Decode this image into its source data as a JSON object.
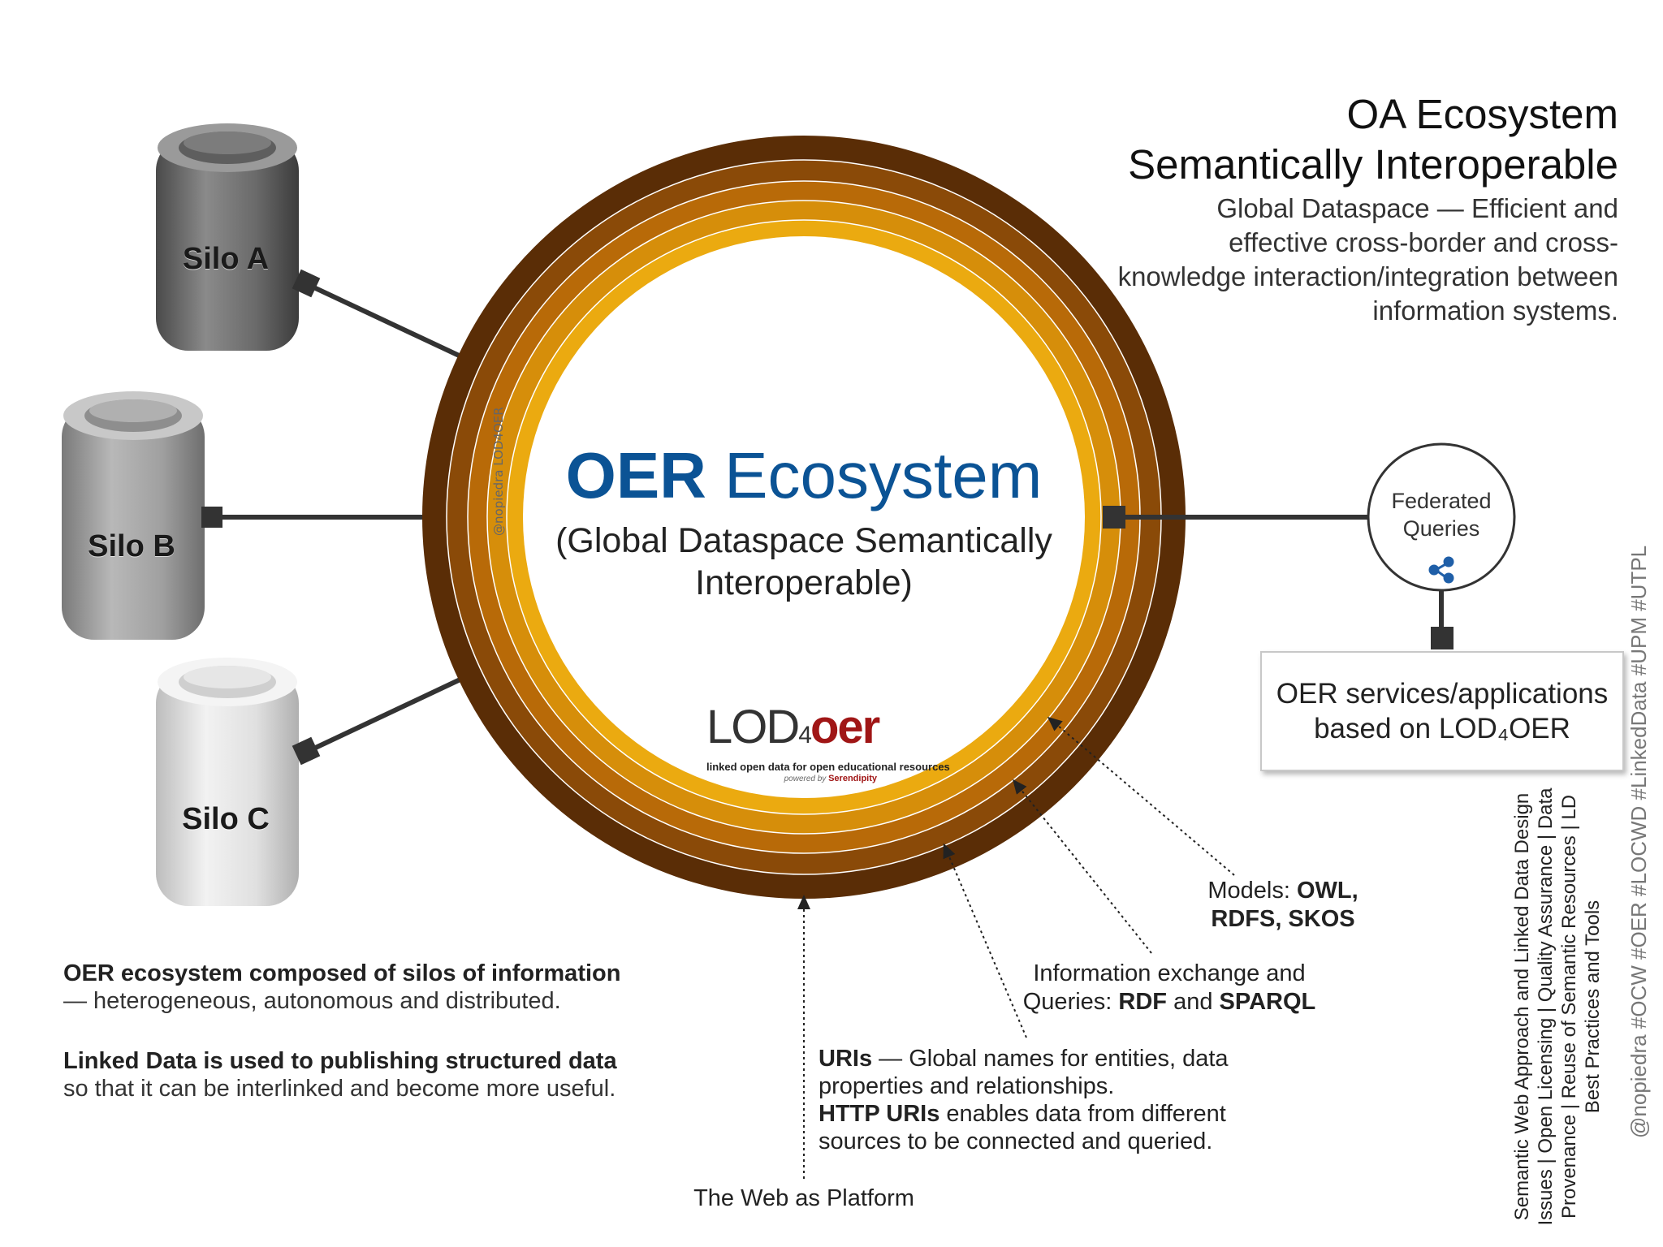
{
  "header": {
    "title_line1": "OA Ecosystem",
    "title_line2": "Semantically Interoperable",
    "subtitle": "Global Dataspace — Efficient and effective cross-border and cross-knowledge interaction/integration between information systems."
  },
  "silos": [
    {
      "label": "Silo A",
      "tone": "#6e6e6e"
    },
    {
      "label": "Silo B",
      "tone": "#9a9a9a"
    },
    {
      "label": "Silo C",
      "tone": "#d4d4d4"
    }
  ],
  "center": {
    "title_bold": "OER",
    "title_rest": " Ecosystem",
    "subtitle": "(Global Dataspace Semantically Interoperable)",
    "watermark": "@nopiedra LOD4OER"
  },
  "logo": {
    "lod": "LOD",
    "four": "4",
    "oer": "oer",
    "tagline": "linked open data for open educational resources",
    "powered_by": "powered by",
    "brand": "Serendipity"
  },
  "federated": {
    "label": "Federated Queries",
    "icon": "share-network-icon"
  },
  "services": {
    "label": "OER services/applications based on LOD₄OER"
  },
  "layers": {
    "models_prefix": "Models: ",
    "models_bold": "OWL, RDFS, SKOS",
    "info_prefix": "Information exchange and Queries: ",
    "info_rdf": "RDF",
    "info_and": " and ",
    "info_sparql": "SPARQL",
    "uris_bold": "URIs",
    "uris_text": " — Global names for entities, data properties and relationships.",
    "http_bold": "HTTP URIs",
    "http_text": " enables data from different sources to be connected and queried.",
    "web": "The Web as Platform"
  },
  "notes": {
    "ecosystem_bold": "OER ecosystem composed of silos of information",
    "ecosystem_text": "— heterogeneous, autonomous and distributed.",
    "ld_bold": "Linked Data is used to publishing structured data",
    "ld_text": "so that it can be interlinked and become more useful."
  },
  "side_note": "Semantic Web Approach and Linked Data Design Issues | Open Licensing | Quality Assurance | Data Provenance | Reuse of Semantic Resources | LD Best Practices and Tools",
  "hashtags": "@nopiedra #OCW #OER #LOCWD #LinkedData #UPM #UTPL",
  "colors": {
    "ring_outer": "#5a2d06",
    "ring_2": "#8a4a08",
    "ring_3": "#b86a08",
    "ring_4": "#d68e0a",
    "ring_inner": "#ebaa10",
    "accent_blue": "#0b5395",
    "logo_red": "#a01616"
  }
}
